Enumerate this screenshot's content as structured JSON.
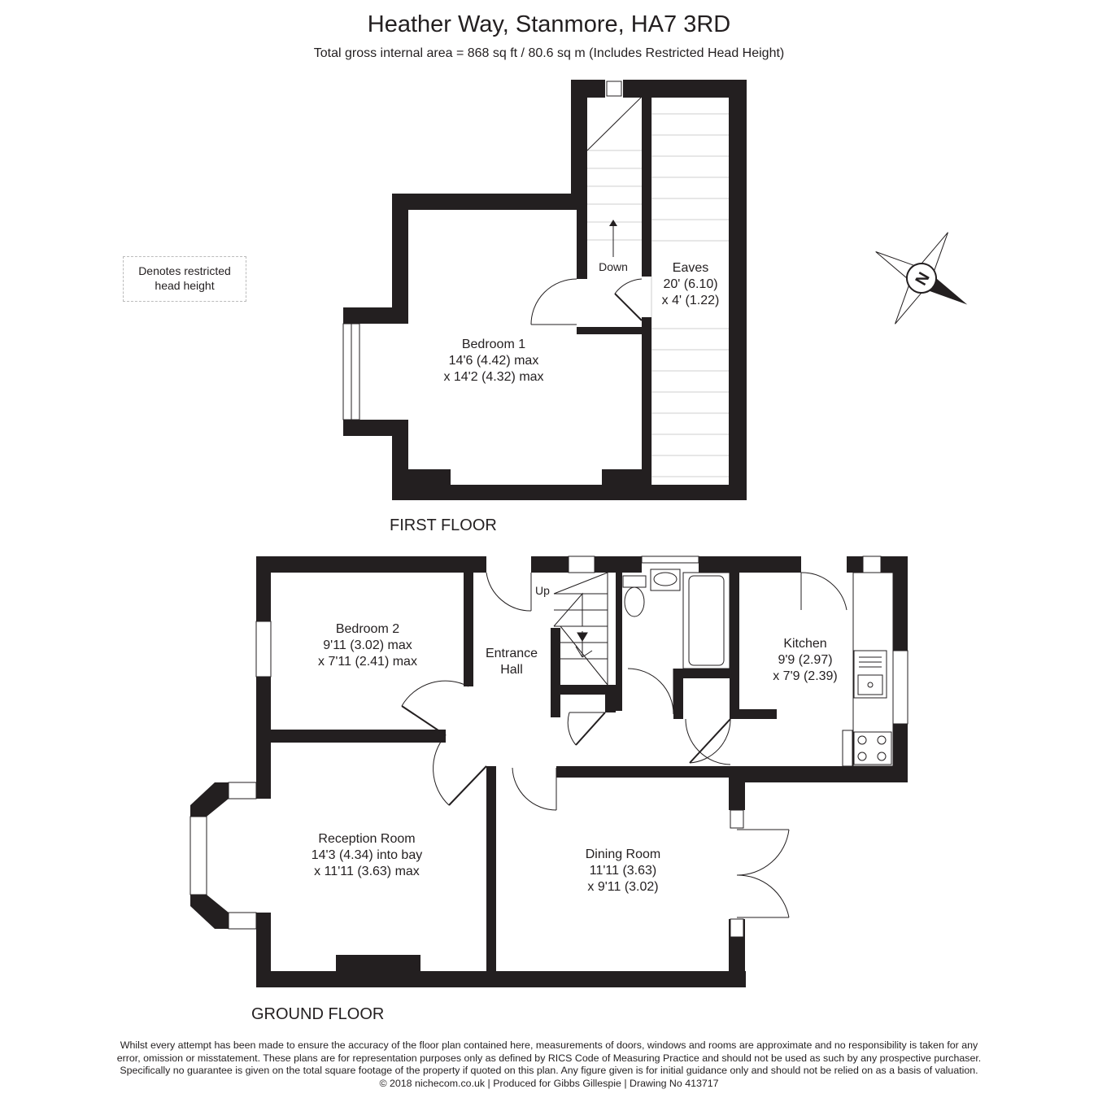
{
  "header": {
    "title": "Heather Way, Stanmore, HA7 3RD",
    "subtitle": "Total gross internal area =  868 sq ft / 80.6 sq m (Includes Restricted Head Height)"
  },
  "legend": {
    "line1": "Denotes restricted",
    "line2": "head height"
  },
  "first_floor": {
    "label": "FIRST FLOOR",
    "bedroom1": {
      "name": "Bedroom 1",
      "dim1": "14'6 (4.42) max",
      "dim2": "x 14'2 (4.32) max"
    },
    "eaves": {
      "name": "Eaves",
      "dim1": "20' (6.10)",
      "dim2": "x 4' (1.22)"
    },
    "stair_label": "Down"
  },
  "ground_floor": {
    "label": "GROUND FLOOR",
    "bedroom2": {
      "name": "Bedroom 2",
      "dim1": "9'11 (3.02) max",
      "dim2": "x 7'11 (2.41) max"
    },
    "entrance_hall": {
      "line1": "Entrance",
      "line2": "Hall"
    },
    "stair_label": "Up",
    "kitchen": {
      "name": "Kitchen",
      "dim1": "9'9 (2.97)",
      "dim2": "x 7'9 (2.39)"
    },
    "reception": {
      "name": "Reception Room",
      "dim1": "14'3 (4.34) into bay",
      "dim2": "x 11'11 (3.63) max"
    },
    "dining": {
      "name": "Dining Room",
      "dim1": "11'11 (3.63)",
      "dim2": "x 9'11 (3.02)"
    }
  },
  "compass": {
    "letter": "N"
  },
  "disclaimer": {
    "line1": "Whilst every attempt has been made to ensure the accuracy of the floor plan contained here, measurements of doors, windows and rooms are approximate and no responsibility is taken for any",
    "line2": "error, omission or misstatement. These plans are for representation purposes only as defined by RICS Code of Measuring Practice and should not be used as such by any prospective purchaser.",
    "line3": "Specifically no guarantee is given on the total square footage of the property if quoted on this plan. Any figure given is for initial guidance only and should not be relied on as a basis of valuation.",
    "line4": "© 2018 nichecom.co.uk  |  Produced for Gibbs Gillespie  |  Drawing No 413717"
  }
}
